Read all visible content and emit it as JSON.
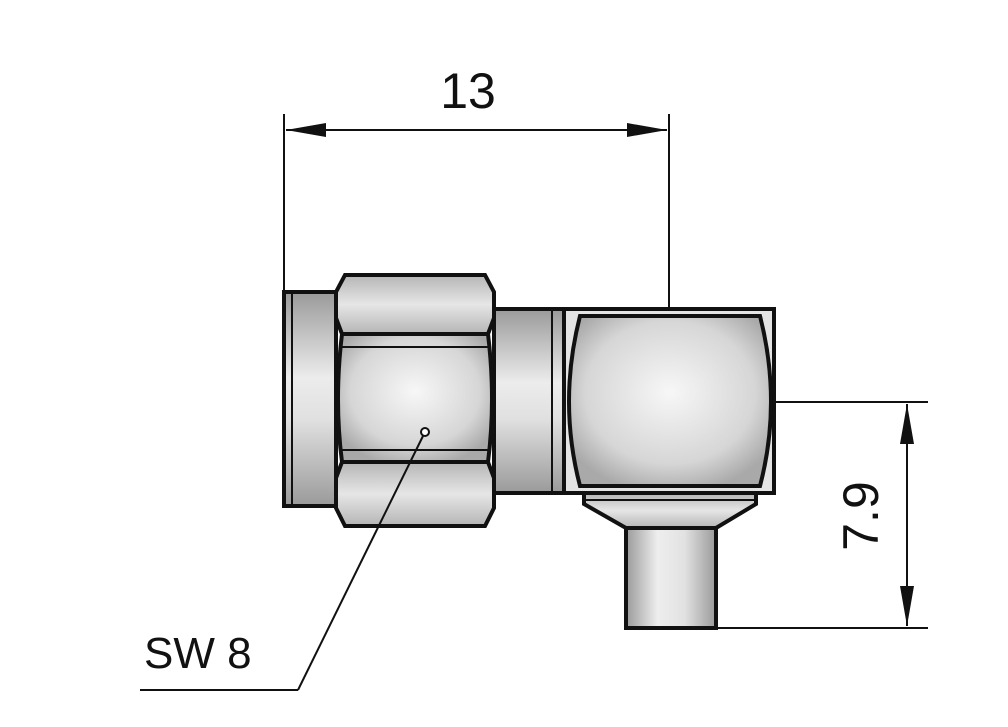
{
  "dimensions": {
    "width_value": "13",
    "height_value": "7.9"
  },
  "callout": {
    "label": "SW 8"
  },
  "colors": {
    "outline": "#111111",
    "metal_light": "#f4f4f4",
    "metal_mid": "#d9d9d9",
    "metal_dark": "#9a9a9a",
    "background": "#ffffff"
  }
}
